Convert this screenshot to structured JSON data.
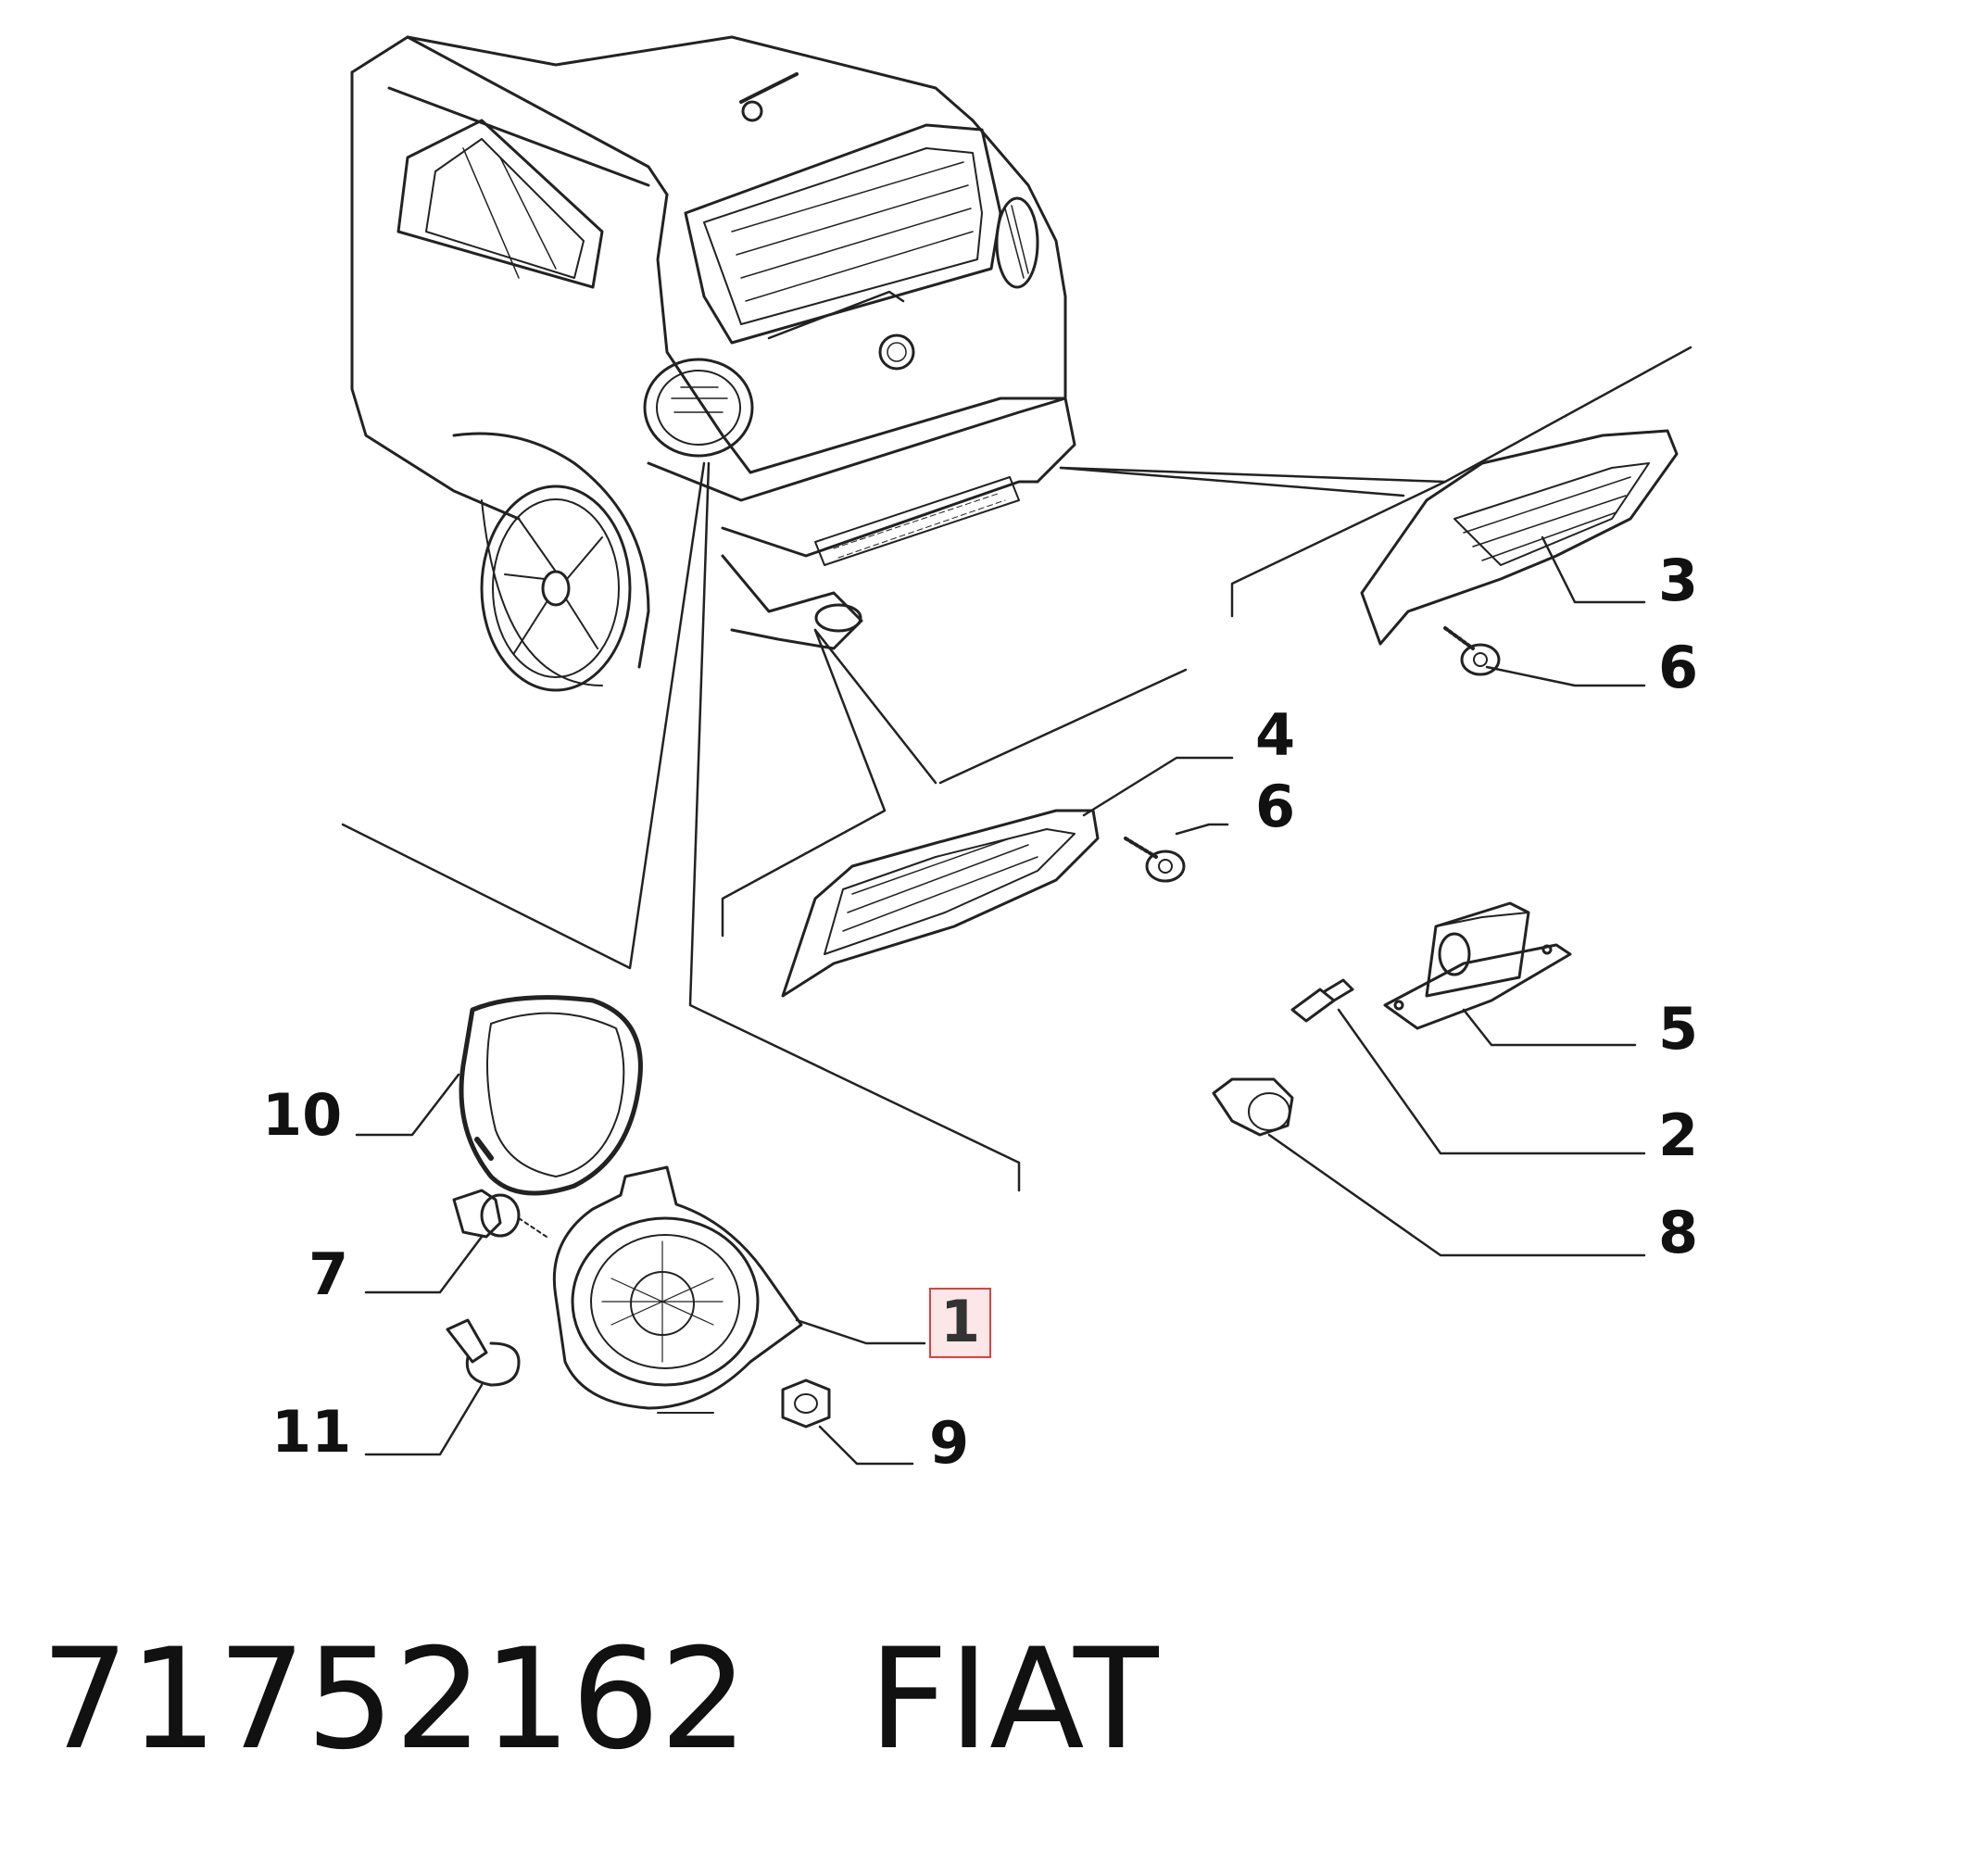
{
  "diagram": {
    "callouts": [
      "1",
      "2",
      "3",
      "4",
      "5",
      "6",
      "6",
      "7",
      "8",
      "9",
      "10",
      "11"
    ],
    "highlighted_callout": "1",
    "highlight_color": "#e04040"
  },
  "footer": {
    "part_number": "71752162",
    "brand": "FIAT"
  }
}
